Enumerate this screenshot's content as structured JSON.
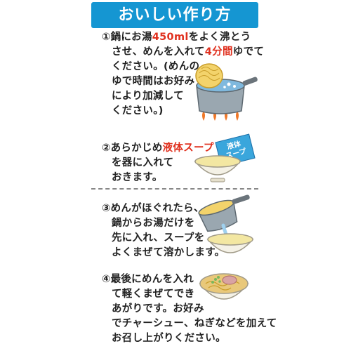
{
  "header": {
    "title": "おいしい作り方"
  },
  "step1": {
    "l1_pre": "①鍋にお湯",
    "l1_red": "450ml",
    "l1_post": "をよく沸とう",
    "l2_pre": "させ、めんを入れて",
    "l2_red": "4分間",
    "l2_post": "ゆでて",
    "l3": "ください。(めんの",
    "l4": "ゆで時間はお好み",
    "l5": "により加減して",
    "l6": "ください。)"
  },
  "step2": {
    "l1_pre": "②あらかじめ",
    "l1_red": "液体スープ",
    "l2": "を器に入れて",
    "l3": "おきます。",
    "packet_line1": "液体",
    "packet_line2": "スープ"
  },
  "step3": {
    "l1": "③めんがほぐれたら、",
    "l2": "鍋からお湯だけを",
    "l3": "先に入れ、スープを",
    "l4": "よくまぜて溶かします。"
  },
  "step4": {
    "l1": "④最後にめんを入れ",
    "l2": "て軽くまぜてでき",
    "l3": "あがりです。お好み",
    "l4": "でチャーシュー、ねぎなどを加えて",
    "l5": "お召し上がりください。"
  },
  "colors": {
    "header_bg": "#1596d2",
    "accent_red": "#e0301e",
    "pot": "#8e9aa3",
    "bowl": "#f4f1e6",
    "soup": "#f3e7a2"
  }
}
